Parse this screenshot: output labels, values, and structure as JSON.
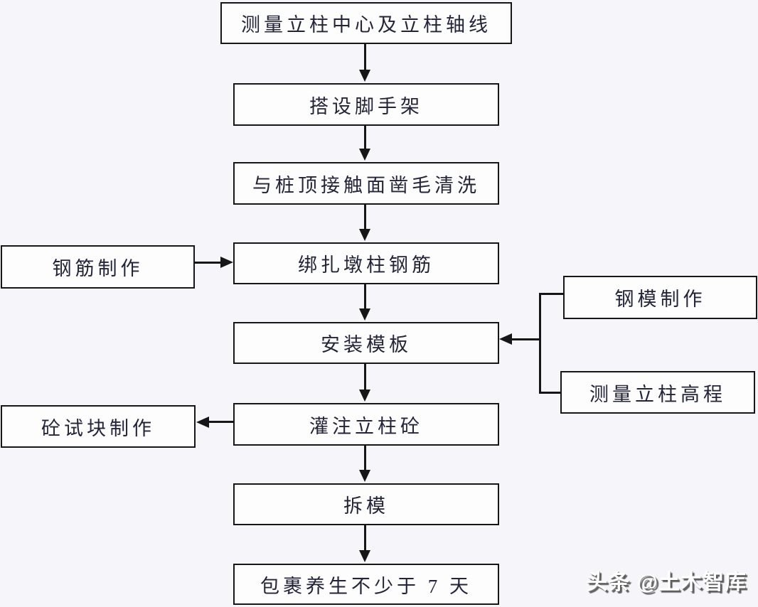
{
  "colors": {
    "background": "#f6f6fa",
    "box_fill": "#fdfdfe",
    "line": "#161616",
    "text": "#23233b",
    "watermark_fill": "#ffffff",
    "watermark_shadow": "#464646"
  },
  "flowchart": {
    "main_steps": [
      "测量立柱中心及立柱轴线",
      "搭设脚手架",
      "与桩顶接触面凿毛清洗",
      "绑扎墩柱钢筋",
      "安装模板",
      "灌注立柱砼",
      "拆模",
      "包裹养生不少于 7 天"
    ],
    "side_steps": {
      "left_upper": "钢筋制作",
      "left_lower": "砼试块制作",
      "right_upper": "钢模制作",
      "right_lower": "测量立柱高程"
    },
    "edges": [
      "测量立柱中心及立柱轴线 → 搭设脚手架",
      "搭设脚手架 → 与桩顶接触面凿毛清洗",
      "与桩顶接触面凿毛清洗 → 绑扎墩柱钢筋",
      "钢筋制作 → 绑扎墩柱钢筋",
      "绑扎墩柱钢筋 → 安装模板",
      "钢模制作 → 安装模板",
      "测量立柱高程 → 安装模板",
      "安装模板 → 灌注立柱砼",
      "灌注立柱砼 → 砼试块制作",
      "灌注立柱砼 → 拆模",
      "拆模 → 包裹养生不少于 7 天"
    ]
  },
  "watermark": {
    "text": "头条 @土木智库"
  }
}
